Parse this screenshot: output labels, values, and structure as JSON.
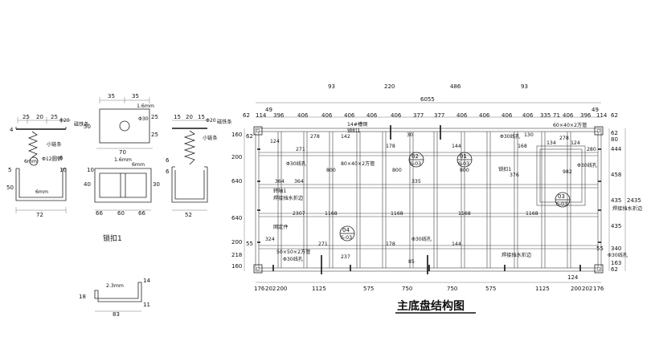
{
  "main_title": "主底盘结构图",
  "lock_title": "锁扣1",
  "top_dims": [
    "62",
    "114",
    "396",
    "406",
    "406",
    "406",
    "406",
    "406",
    "377",
    "377",
    "406",
    "406",
    "406",
    "406",
    "335",
    "71",
    "406",
    "396",
    "114",
    "62"
  ],
  "top_chain": [
    "49",
    "49"
  ],
  "total_width": "6055",
  "top_pos": [
    "93",
    "220",
    "486",
    "93"
  ],
  "bottom_dims": [
    "176",
    "202",
    "200",
    "1125",
    "575",
    "750",
    "750",
    "575",
    "1125",
    "200",
    "202",
    "176"
  ],
  "bottom_small": "124",
  "left_dims": [
    "160",
    "200",
    "640",
    "640",
    "200",
    "218",
    "160"
  ],
  "left_small": [
    "62",
    "55"
  ],
  "right_dims": [
    "62",
    "444",
    "458",
    "435",
    "435",
    "340",
    "163",
    "62"
  ],
  "right_small": [
    "80",
    "55"
  ],
  "total_height": "2435",
  "inner": {
    "n124a": "124",
    "n278a": "278",
    "n142": "142",
    "n271": "271",
    "n30": "30",
    "n178": "178",
    "n144a": "144",
    "n130": "130",
    "n168": "168",
    "n134": "134",
    "n124b": "124",
    "n278b": "278",
    "n800a": "800",
    "n800b": "800",
    "n800c": "800",
    "n376": "376",
    "n364a": "364",
    "n364b": "364",
    "n335": "335",
    "n982": "982",
    "n2307": "2307",
    "n1168a": "1168",
    "n1168b": "1168",
    "n1168c": "1168",
    "n1168d": "1168",
    "n324": "324",
    "n271b": "271",
    "n178b": "178",
    "n144b": "144",
    "n237": "237",
    "n85": "85",
    "n280": "280"
  },
  "labels": {
    "l14": "14#槽钢",
    "lock": "锁扣1",
    "hole1": "Φ30线孔",
    "pipe1": "80×40×2方管",
    "pipe2": "60×40×2方管",
    "hole2": "Φ30线孔",
    "hole3": "Φ30线孔",
    "lock2": "锁扣1",
    "turn": "转轴1",
    "fold1": "焊接挡水折边",
    "fixed": "固定件",
    "pipe3": "50×50×2方管",
    "hole4": "Φ30线孔",
    "fold2": "焊接挡水折边",
    "fold3": "焊接挡水折边",
    "hole5": "Φ30线孔",
    "hole6": "Φ30线孔"
  },
  "callouts": [
    {
      "num": "02",
      "ref": "S-03"
    },
    {
      "num": "01",
      "ref": "S-03"
    },
    {
      "num": "03",
      "ref": "S-03"
    },
    {
      "num": "04",
      "ref": "S-03"
    }
  ],
  "detail_a": {
    "d25a": "25",
    "d20": "20",
    "d25b": "25",
    "hole": "Φ20",
    "iron": "磁铁条",
    "d4": "4",
    "chain": "小链条",
    "d5": "5",
    "d6": "6",
    "d6mm": "6mm",
    "d50": "50",
    "d10": "10",
    "ring": "Φ12圆钢",
    "width": "72",
    "d6mm2": "6mm"
  },
  "detail_b": {
    "d35a": "35",
    "d35b": "35",
    "plate": "1.6mm",
    "hole": "Φ30",
    "d50": "50",
    "d25a": "25",
    "d25b": "25",
    "d70": "70",
    "plate2": "1.6mm",
    "d6mm": "6mm",
    "d10": "10",
    "d40": "40",
    "d30": "30",
    "d66a": "66",
    "d60": "60",
    "d66b": "66"
  },
  "detail_c": {
    "d15a": "15",
    "d20": "20",
    "d15b": "15",
    "hole": "Φ20",
    "iron": "磁铁条",
    "chain": "小链条",
    "d6a": "6",
    "d6b": "6",
    "d52": "52"
  },
  "detail_d": {
    "thick": "2.3mm",
    "d14": "14",
    "d18": "18",
    "d11": "11",
    "d83": "83"
  }
}
